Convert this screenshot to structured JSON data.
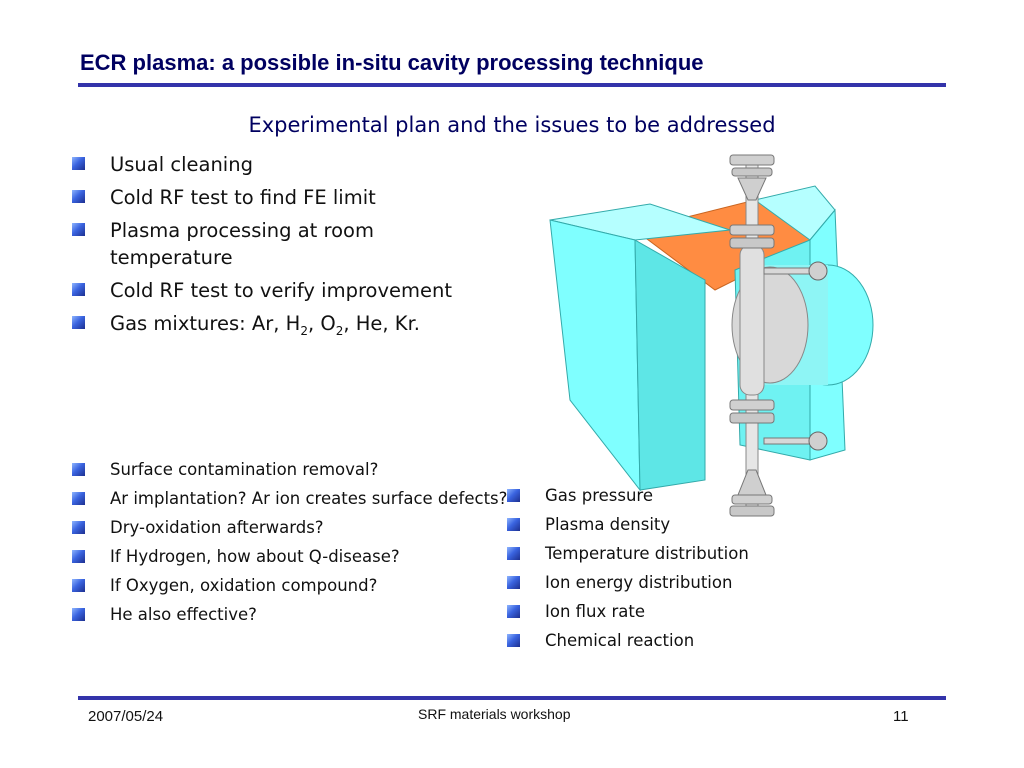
{
  "slide": {
    "title": "ECR plasma: a possible in-situ cavity processing technique",
    "subtitle": "Experimental plan and the issues to be addressed",
    "plan_items": [
      "Usual cleaning",
      "Cold RF test to find FE limit",
      "Plasma processing at room temperature",
      "Cold RF test to verify improvement"
    ],
    "gas_item": {
      "prefix": "Gas mixtures: Ar, H",
      "h_sub": "2",
      "mid": ", O",
      "o_sub": "2",
      "suffix": ", He, Kr."
    },
    "issues": [
      "Surface contamination removal?",
      "Ar implantation? Ar ion creates surface defects?",
      "Dry-oxidation afterwards?",
      "If Hydrogen, how about Q-disease?",
      "If Oxygen, oxidation compound?",
      "He also effective?"
    ],
    "parameters": [
      "Gas pressure",
      "Plasma density",
      "Temperature distribution",
      "Ion energy distribution",
      "Ion flux rate",
      "Chemical reaction"
    ]
  },
  "footer": {
    "date": "2007/05/24",
    "center": "SRF materials workshop",
    "page": "11"
  },
  "colors": {
    "title": "#000060",
    "rule": "#3333aa",
    "magnet": "#7fffff",
    "cavity": "#ff8c42"
  }
}
